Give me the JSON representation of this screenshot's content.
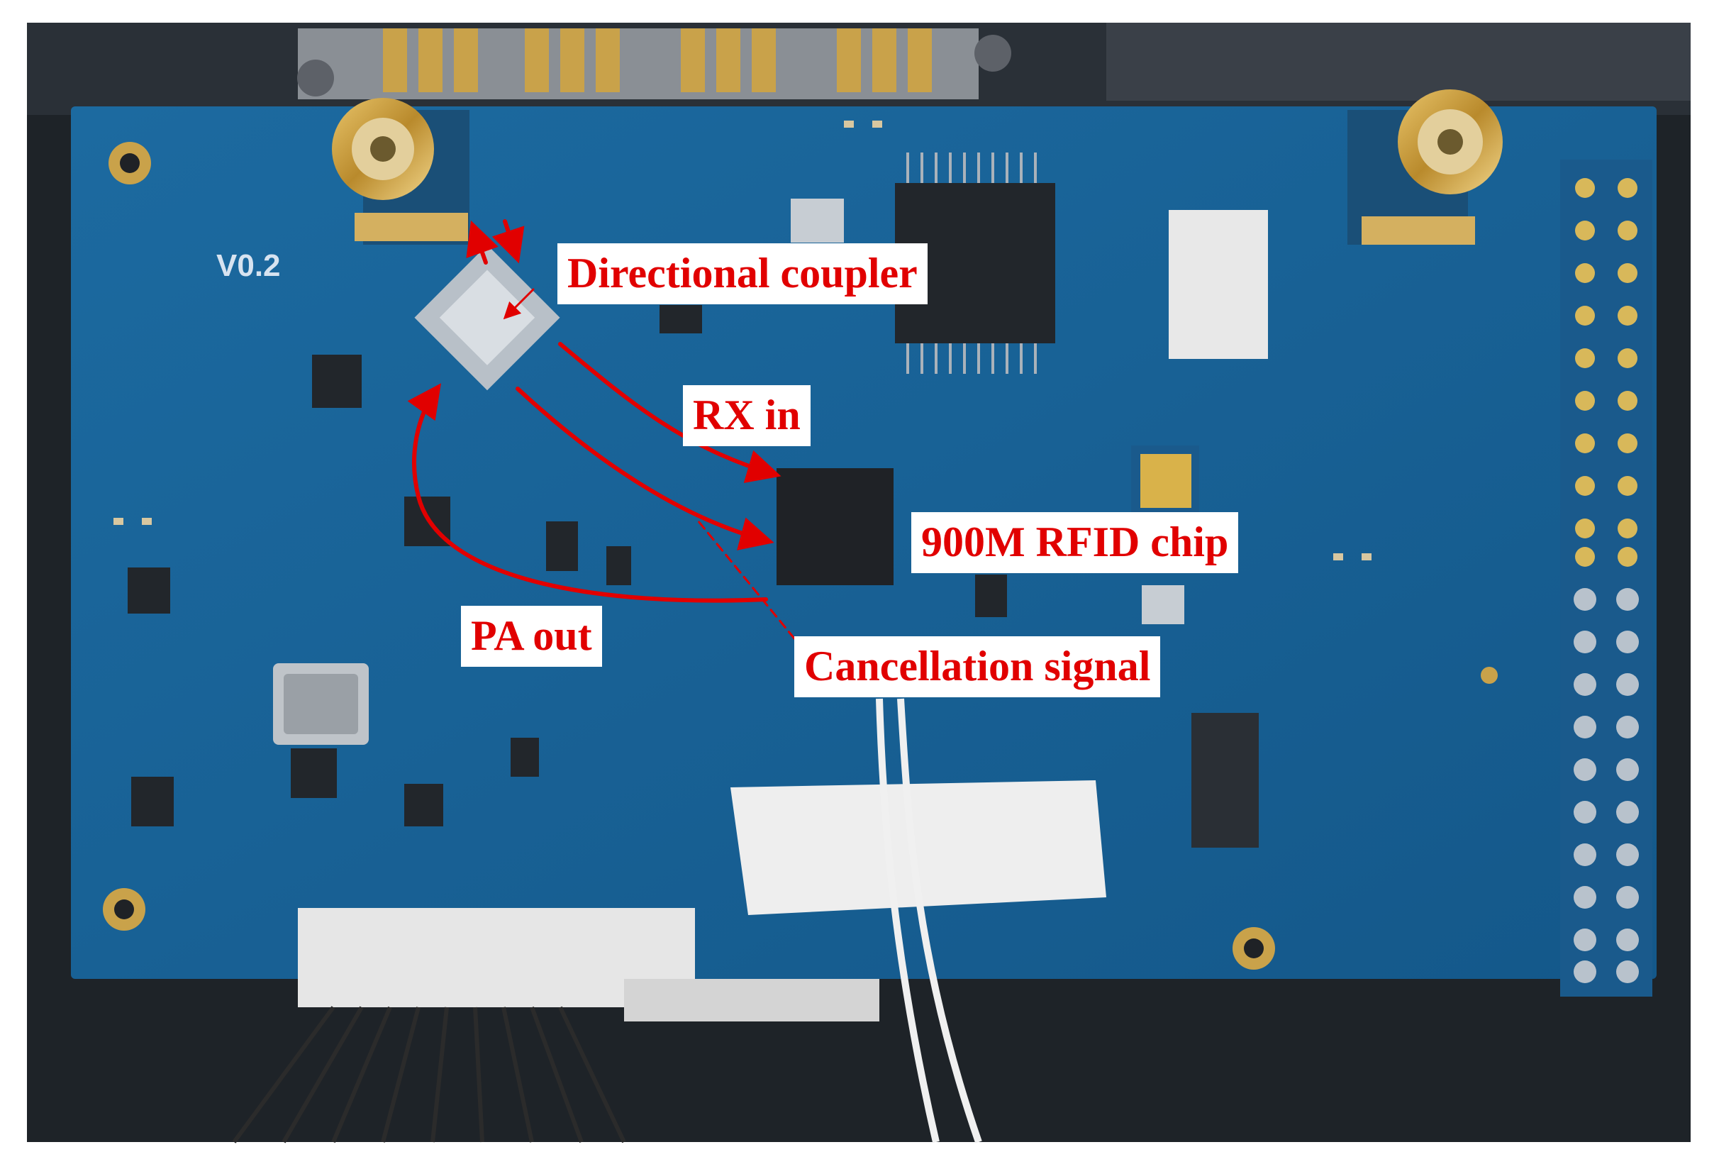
{
  "figure": {
    "pcb_version_text": "V0.2",
    "annotation_color": "#e10000",
    "pcb_color": "#1f6fa3",
    "labels": {
      "directional_coupler": "Directional coupler",
      "rx_in": "RX in",
      "rfid_chip": "900M RFID chip",
      "pa_out": "PA out",
      "cancellation_signal": "Cancellation signal"
    }
  }
}
